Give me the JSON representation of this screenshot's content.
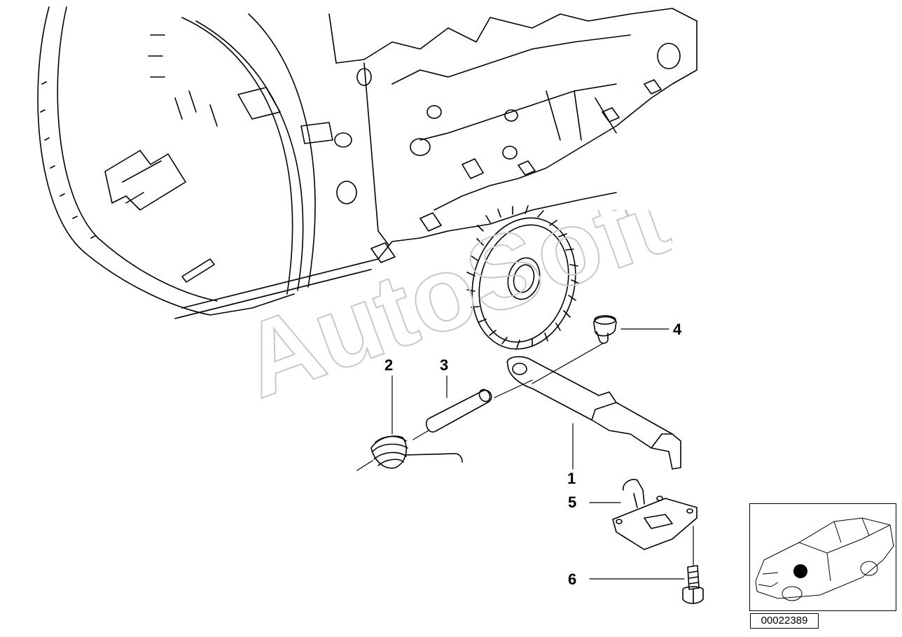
{
  "callouts": {
    "part1": "1",
    "part2": "2",
    "part3": "3",
    "part4": "4",
    "part5": "5",
    "part6": "6"
  },
  "reference_number": "00022389",
  "watermark": "AutoSoft",
  "colors": {
    "line": "#000000",
    "watermark": "#d9d9d9",
    "background": "#ffffff"
  }
}
